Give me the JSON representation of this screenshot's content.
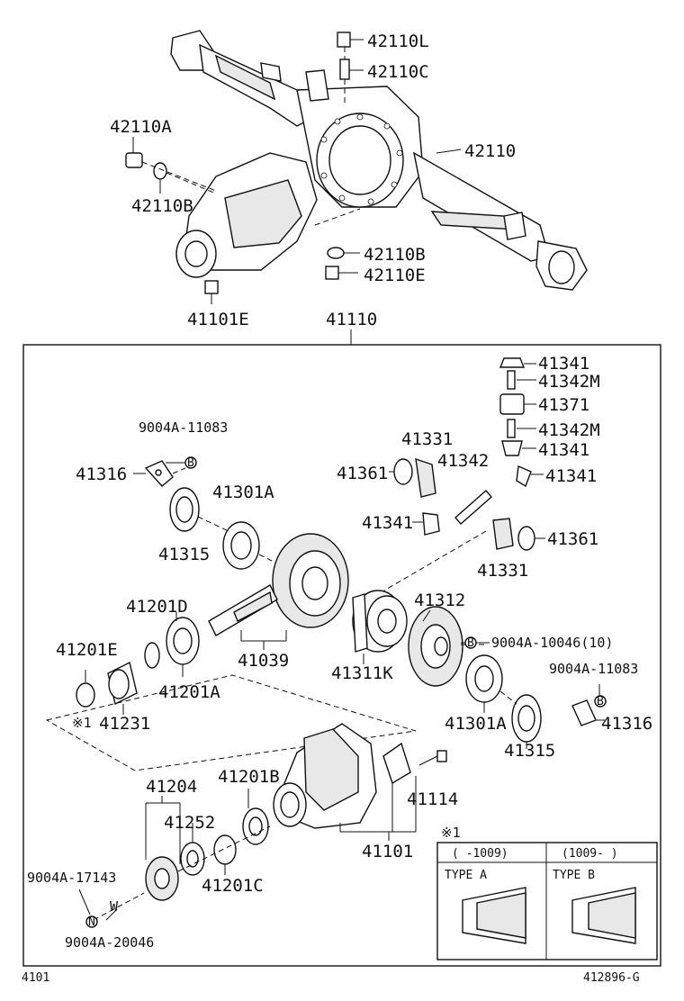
{
  "parts": {
    "p42110L": "42110L",
    "p42110C": "42110C",
    "p42110A": "42110A",
    "p42110": "42110",
    "p42110B_top": "42110B",
    "p42110B_right": "42110B",
    "p42110E": "42110E",
    "p41101E": "41101E",
    "p41110": "41110",
    "p41341_a": "41341",
    "p41342M_a": "41342M",
    "p41371": "41371",
    "p41342M_b": "41342M",
    "p41341_b": "41341",
    "p41341_c": "41341",
    "p41341_d": "41341",
    "p9004A_11083_a": "9004A-11083",
    "p41331_a": "41331",
    "p41361_a": "41361",
    "p41342": "41342",
    "p41316_a": "41316",
    "p41301A_a": "41301A",
    "p41315_a": "41315",
    "p41331_b": "41331",
    "p41361_b": "41361",
    "p41201D": "41201D",
    "p41312": "41312",
    "p9004A_10046": "9004A-10046(10)",
    "p41201E": "41201E",
    "p41039": "41039",
    "p41311K": "41311K",
    "p41201A": "41201A",
    "p9004A_11083_b": "9004A-11083",
    "p41231": "41231",
    "p41301A_b": "41301A",
    "p41316_b": "41316",
    "p41315_b": "41315",
    "p41201B": "41201B",
    "p41204": "41204",
    "p41114": "41114",
    "p41252": "41252",
    "p41101": "41101",
    "p9004A_17143": "9004A-17143",
    "p41201C": "41201C",
    "p9004A_20046": "9004A-20046"
  },
  "markers": {
    "B": "B",
    "N": "N",
    "W": "W",
    "note": "※1"
  },
  "notes": {
    "note_label": "※1",
    "ref_41231": "※1",
    "col_a_header": "(   -1009)",
    "col_b_header": "(1009-   )",
    "type_a": "TYPE A",
    "type_b": "TYPE B"
  },
  "footer": {
    "page_code": "4101",
    "fig_code": "412896-G"
  }
}
